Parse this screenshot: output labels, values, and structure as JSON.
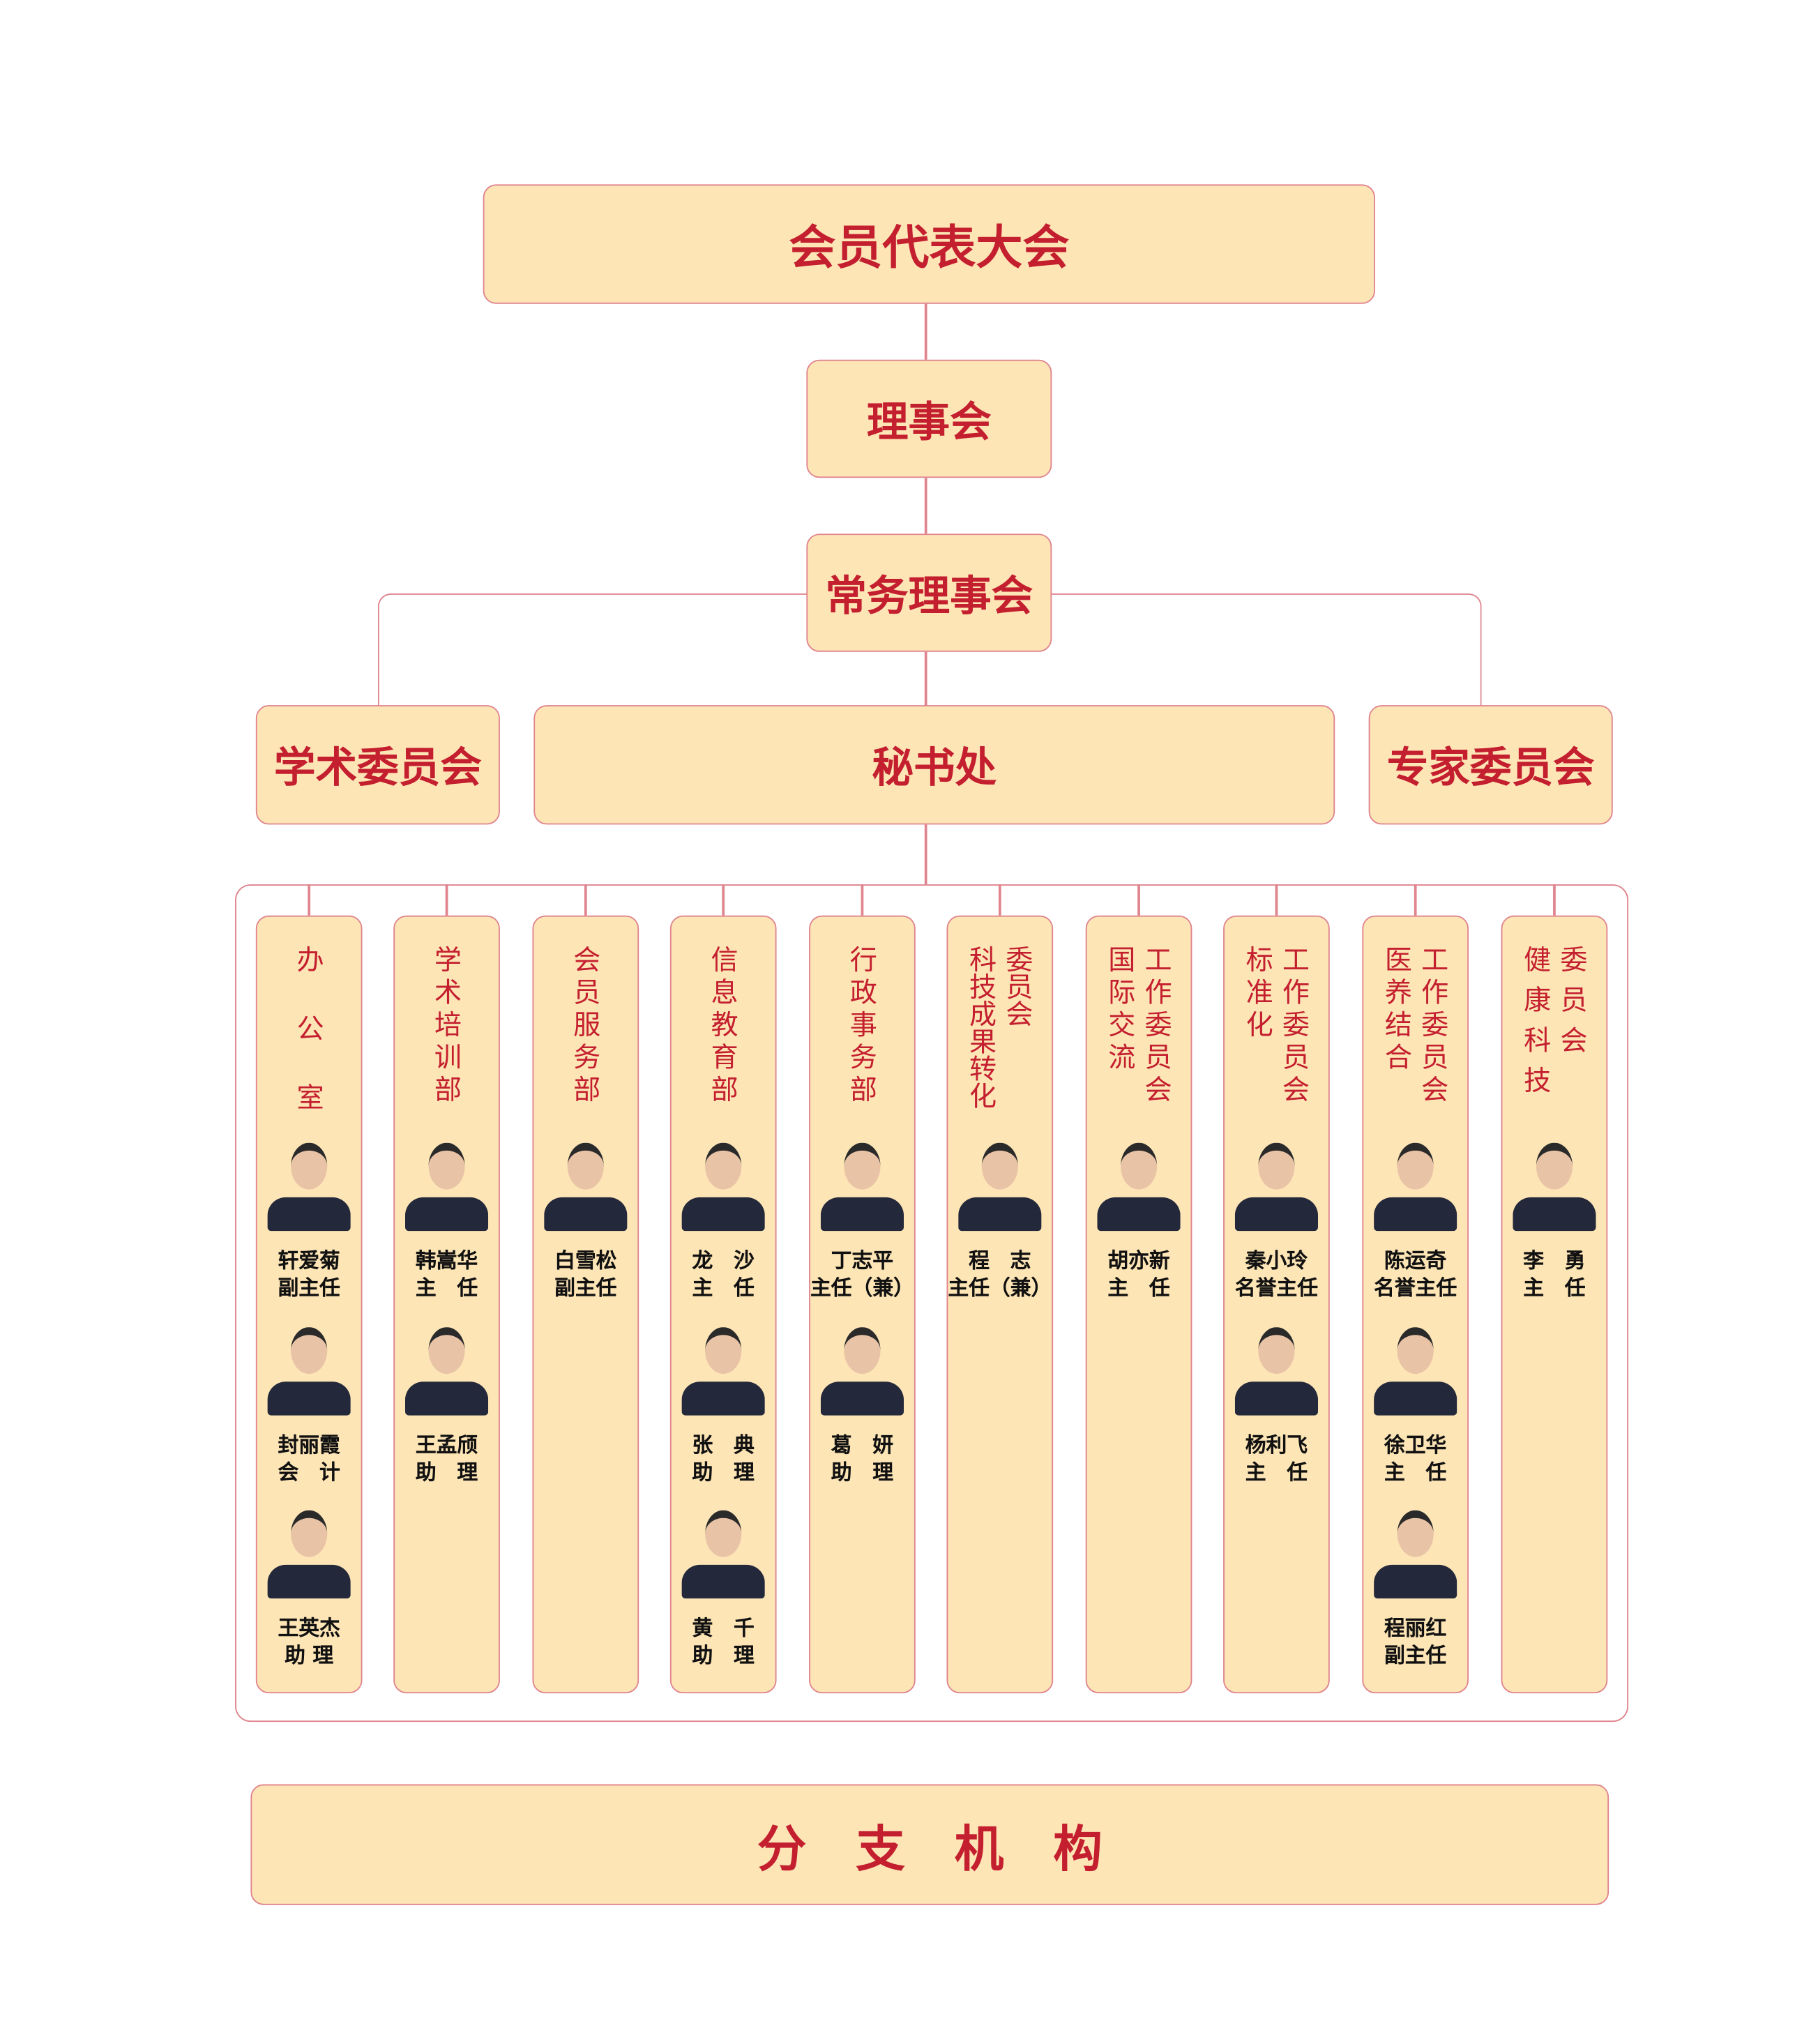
{
  "top": {
    "assembly": "会员代表大会",
    "council": "理事会",
    "standing": "常务理事会"
  },
  "level2": {
    "academic": "学术委员会",
    "secretariat": "秘书处",
    "experts": "专家委员会"
  },
  "branch": "分　支　机　构",
  "departments": [
    {
      "title_columns": [
        "办公室"
      ],
      "spaced": true,
      "members": [
        {
          "name": "轩爱菊",
          "role": "副主任"
        },
        {
          "name": "封丽霞",
          "role": "会　计"
        },
        {
          "name": "王英杰",
          "role": "助 理"
        }
      ]
    },
    {
      "title_columns": [
        "学术培训部"
      ],
      "members": [
        {
          "name": "韩嵩华",
          "role": "主　任"
        },
        {
          "name": "王孟颀",
          "role": "助　理"
        }
      ]
    },
    {
      "title_columns": [
        "会员服务部"
      ],
      "members": [
        {
          "name": "白雪松",
          "role": "副主任"
        }
      ]
    },
    {
      "title_columns": [
        "信息教育部"
      ],
      "members": [
        {
          "name": "龙　沙",
          "role": "主　任"
        },
        {
          "name": "张　典",
          "role": "助　理"
        },
        {
          "name": "黄　千",
          "role": "助　理"
        }
      ]
    },
    {
      "title_columns": [
        "行政事务部"
      ],
      "members": [
        {
          "name": "丁志平",
          "role": "主任（兼）"
        },
        {
          "name": "葛　妍",
          "role": "助　理"
        }
      ]
    },
    {
      "title_columns": [
        "科技成果转化",
        "委员会"
      ],
      "members": [
        {
          "name": "程　志",
          "role": "主任（兼）"
        }
      ]
    },
    {
      "title_columns": [
        "国际交流",
        "工作委员会"
      ],
      "members": [
        {
          "name": "胡亦新",
          "role": "主　任"
        }
      ]
    },
    {
      "title_columns": [
        "标准化",
        "工作委员会"
      ],
      "members": [
        {
          "name": "秦小玲",
          "role": "名誉主任"
        },
        {
          "name": "杨利飞",
          "role": "主　任"
        }
      ]
    },
    {
      "title_columns": [
        "医养结合",
        "工作委员会"
      ],
      "members": [
        {
          "name": "陈运奇",
          "role": "名誉主任"
        },
        {
          "name": "徐卫华",
          "role": "主　任"
        },
        {
          "name": "程丽红",
          "role": "副主任"
        }
      ]
    },
    {
      "title_columns": [
        "健康科技",
        "委员会"
      ],
      "spaced": true,
      "members": [
        {
          "name": "李　勇",
          "role": "主　任"
        }
      ]
    }
  ],
  "colors": {
    "box_fill": "#fde5b6",
    "border": "#e0848e",
    "title_red": "#c41f2f"
  }
}
